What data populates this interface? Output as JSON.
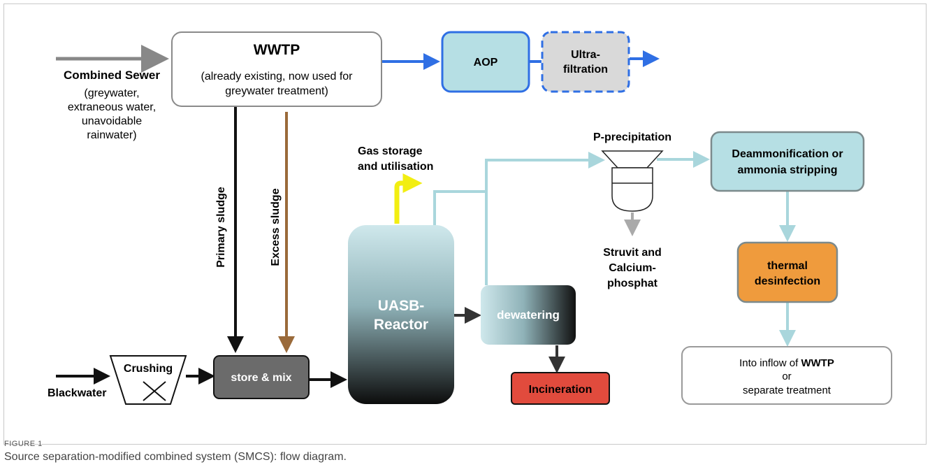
{
  "diagram": {
    "wwtp_title": "WWTP",
    "wwtp_sub1": "(already existing, now used for",
    "wwtp_sub2": "greywater treatment)",
    "aop": "AOP",
    "ultra1": "Ultra-",
    "ultra2": "filtration",
    "sewer_title": "Combined Sewer",
    "sewer_l1": "(greywater,",
    "sewer_l2": "extraneous water,",
    "sewer_l3": "unavoidable",
    "sewer_l4": "rainwater)",
    "primary_sludge": "Primary sludge",
    "excess_sludge": "Excess sludge",
    "gas1": "Gas storage",
    "gas2": "and utilisation",
    "p_precip": "P-precipitation",
    "struvit1": "Struvit and",
    "struvit2": "Calcium-",
    "struvit3": "phosphat",
    "deammon1": "Deammonification or",
    "deammon2": "ammonia stripping",
    "thermal1": "thermal",
    "thermal2": "desinfection",
    "into1_prefix": "Into inflow of ",
    "into1_bold": "WWTP",
    "into2": "or",
    "into3": "separate treatment",
    "uasb1": "UASB-",
    "uasb2": "Reactor",
    "dewatering": "dewatering",
    "incineration": "Incineration",
    "crushing": "Crushing",
    "blackwater": "Blackwater",
    "store_mix": "store & mix"
  },
  "caption": {
    "label": "FIGURE 1",
    "text": "Source separation-modified combined system (SMCS): flow diagram."
  }
}
